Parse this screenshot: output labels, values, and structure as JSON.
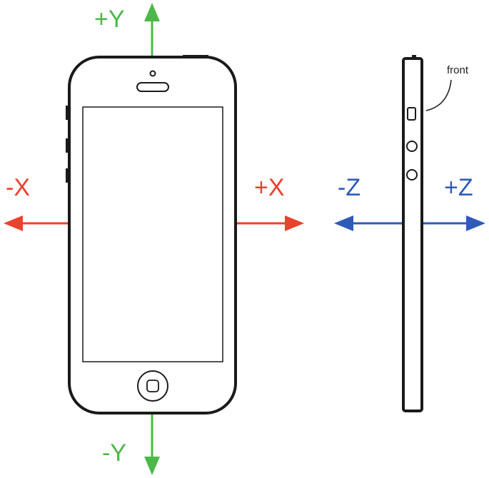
{
  "colors": {
    "y_axis": "#4cb848",
    "x_axis": "#e8432d",
    "z_axis": "#2f5bb6",
    "outline": "#1a1a1a"
  },
  "labels": {
    "plus_y": "+Y",
    "minus_y": "-Y",
    "minus_x": "-X",
    "plus_x": "+X",
    "minus_z": "-Z",
    "plus_z": "+Z",
    "front": "front"
  }
}
